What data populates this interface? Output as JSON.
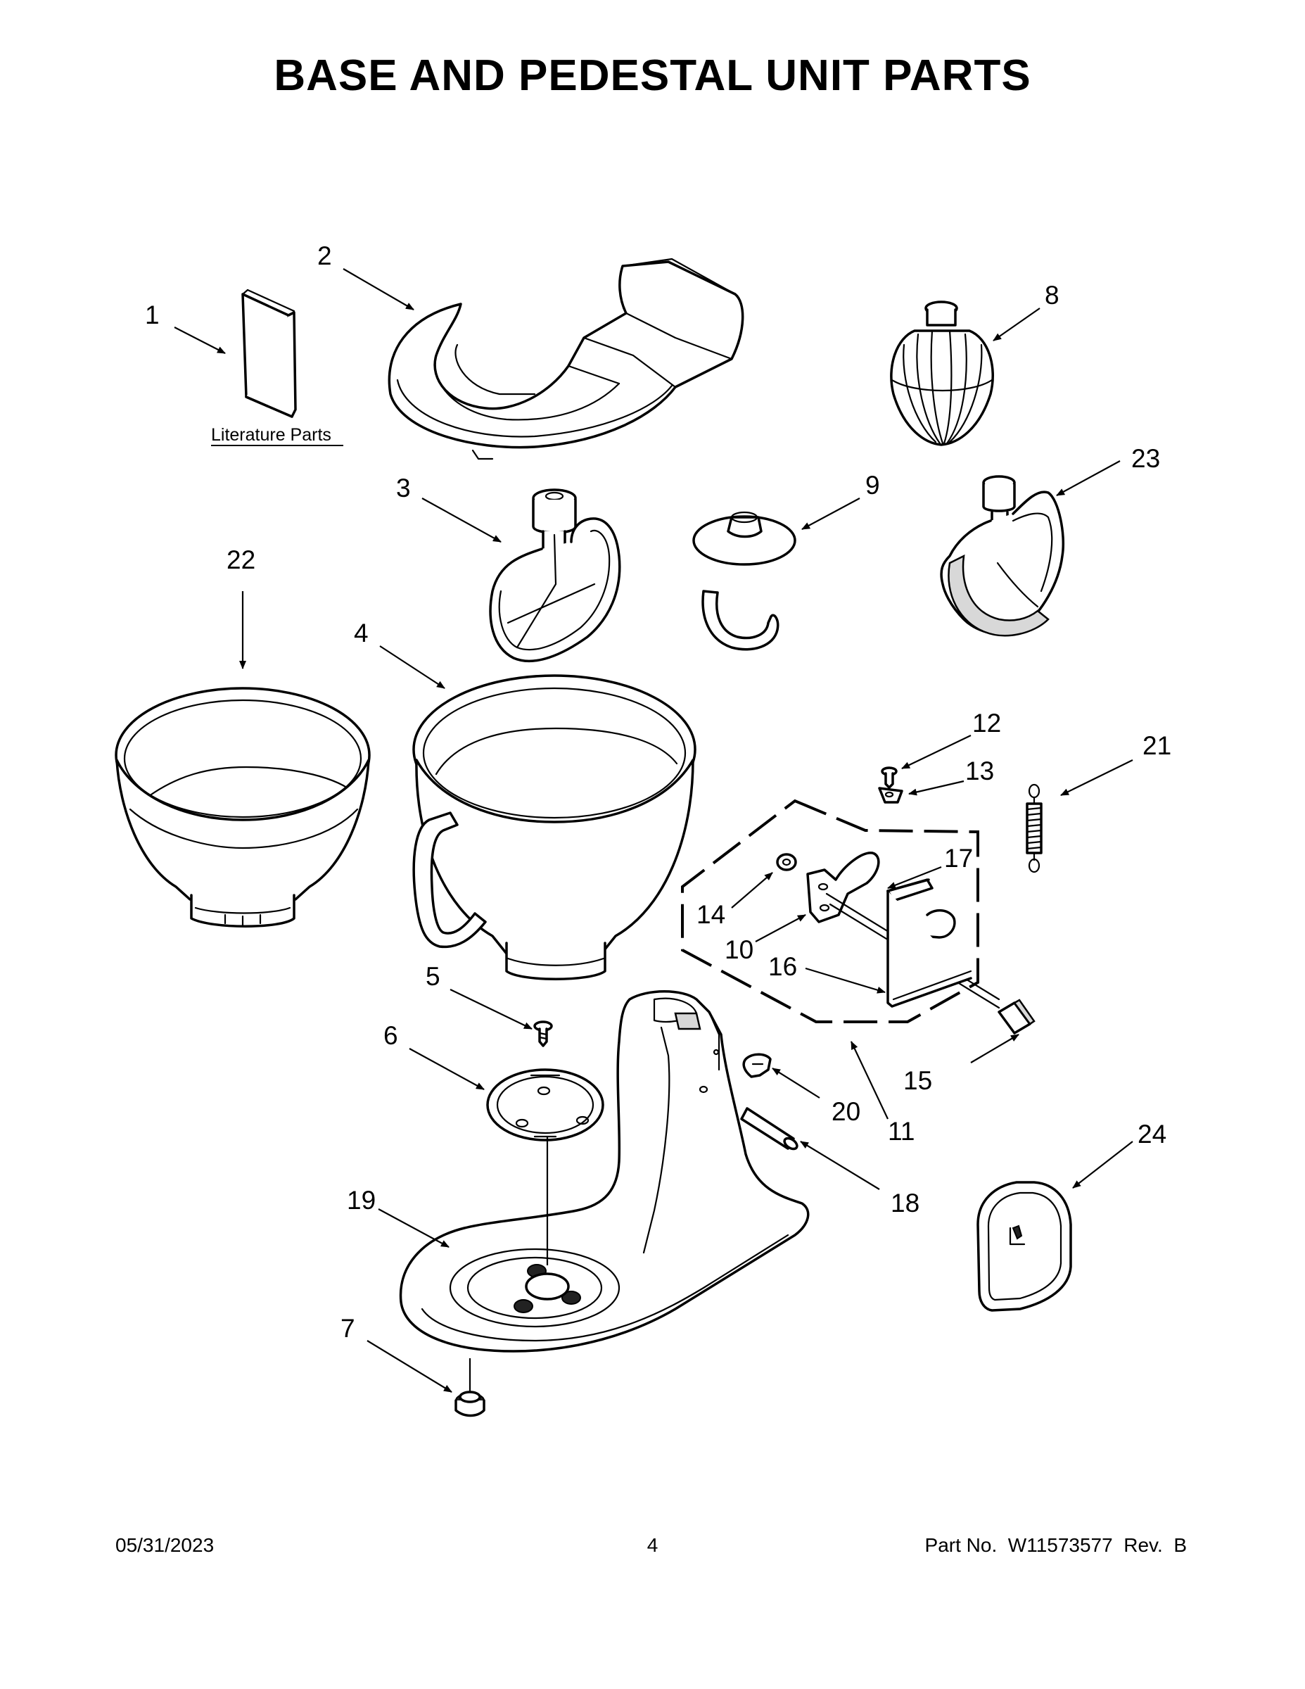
{
  "title": "BASE AND PEDESTAL UNIT PARTS",
  "literature_label": "Literature Parts",
  "callouts": {
    "c1": "1",
    "c2": "2",
    "c3": "3",
    "c4": "4",
    "c5": "5",
    "c6": "6",
    "c7": "7",
    "c8": "8",
    "c9": "9",
    "c10": "10",
    "c11": "11",
    "c12": "12",
    "c13": "13",
    "c14": "14",
    "c15": "15",
    "c16": "16",
    "c17": "17",
    "c18": "18",
    "c19": "19",
    "c20": "20",
    "c21": "21",
    "c22": "22",
    "c23": "23",
    "c24": "24"
  },
  "footer": {
    "date": "05/31/2023",
    "page": "4",
    "part_no": "Part No.  W11573577  Rev.  B"
  }
}
